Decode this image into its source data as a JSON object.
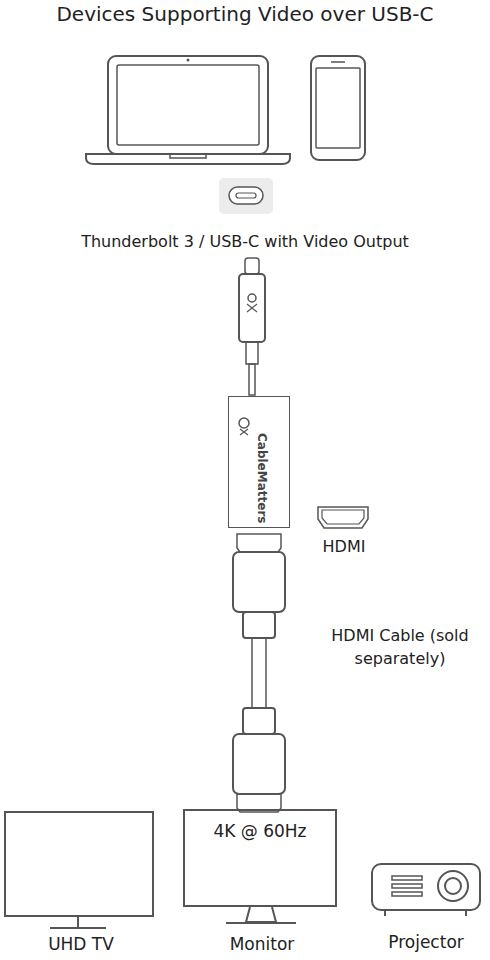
{
  "diagram": {
    "title": "Devices Supporting Video over USB-C",
    "nodes": [
      {
        "text": [
          "CableMatters"
        ]
      },
      {
        "text": [
          "UHD TV"
        ]
      },
      {
        "text": [
          "4K @ 60Hz",
          "Monitor"
        ]
      },
      {
        "text": [
          "Projector"
        ]
      }
    ],
    "labels": [
      "Thunderbolt 3 / USB-C with Video Output",
      "HDMI",
      "HDMI Cable (sold separately)"
    ]
  }
}
